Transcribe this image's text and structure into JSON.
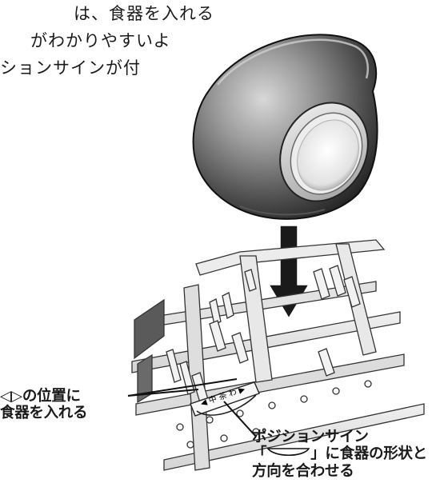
{
  "intro": {
    "line1": "は、食器を入れる",
    "line2": "がわかりやすいよ",
    "line3": "ションサインが付"
  },
  "callout_left": {
    "line1": "◁▷の位置に",
    "line2": "食器を入れる"
  },
  "callout_right": {
    "line1": "ポジションサイン",
    "line2_prefix": "「",
    "line2_suffix": "」に食器の形状と",
    "line3": "方向を合わせる"
  },
  "rack_marks": {
    "symbols": "◀ 中 茶 わ ▶",
    "text": "中ちゃわん"
  },
  "colors": {
    "ink": "#1a1a1a",
    "bowl_dark": "#2c2c2c",
    "bowl_mid": "#8a8a8a",
    "rack": "#e6e6e6",
    "arrow": "#111111"
  }
}
